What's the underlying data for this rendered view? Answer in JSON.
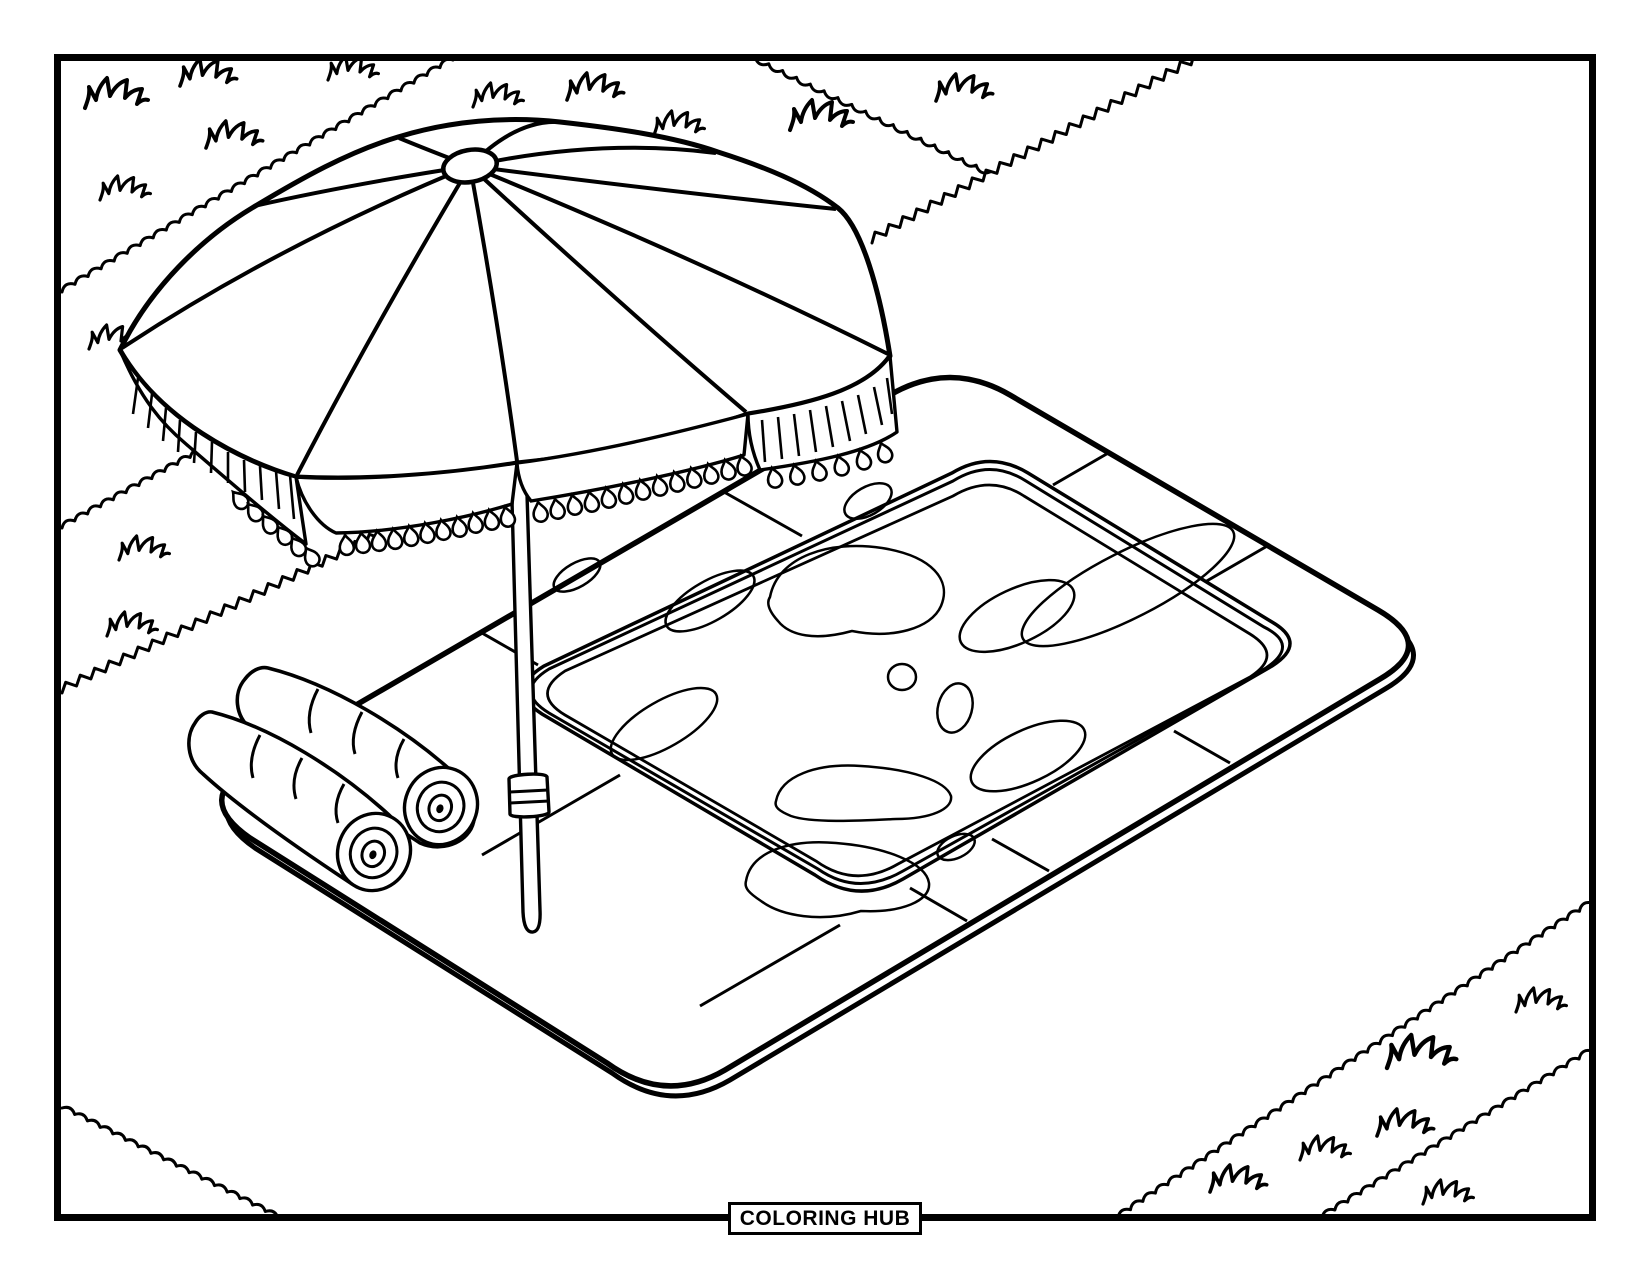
{
  "page": {
    "background_color": "#ffffff",
    "line_color": "#000000",
    "type_label": "coloring page"
  },
  "footer": {
    "brand_label": "COLORING HUB"
  },
  "scene": {
    "objects": [
      "beach-umbrella-with-fringe",
      "isometric-swimming-pool",
      "pool-deck-tiles",
      "two-rolled-towels",
      "grass-tufts",
      "zigzag-grass-borders",
      "water-reflection-blobs"
    ]
  }
}
